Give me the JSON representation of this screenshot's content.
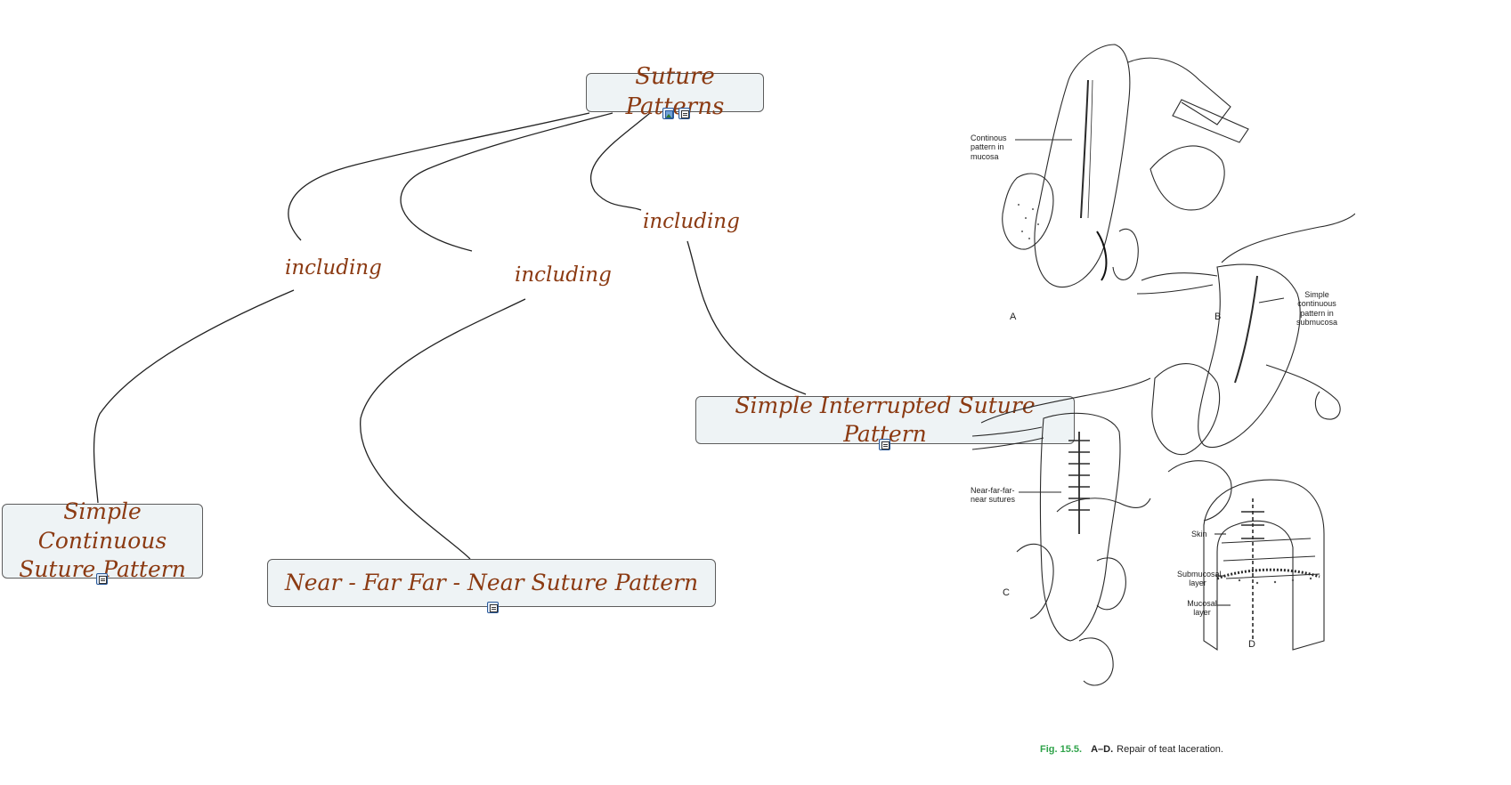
{
  "concept_map": {
    "root": {
      "label": "Suture Patterns"
    },
    "links": [
      {
        "label": "including"
      },
      {
        "label": "including"
      },
      {
        "label": "including"
      }
    ],
    "children": [
      {
        "label": "Simple Continuous Suture Pattern"
      },
      {
        "label": "Near - Far Far - Near Suture Pattern"
      },
      {
        "label": "Simple Interrupted Suture Pattern"
      }
    ],
    "resource_icons": [
      "image-icon",
      "document-icon"
    ]
  },
  "figure": {
    "panels": [
      "A",
      "B",
      "C",
      "D"
    ],
    "annotations": {
      "a": "Continous pattern in mucosa",
      "b": "Simple continuous pattern in submucosa",
      "c": "Near-far-far-near sutures",
      "d_skin": "Skin",
      "d_submucosal": "Submucosal layer",
      "d_mucosal": "Mucosal layer"
    },
    "caption": {
      "fig_number": "Fig. 15.5.",
      "bold_part": "A–D.",
      "text": "Repair of teat laceration."
    }
  },
  "colors": {
    "concept_fill": "#eef3f5",
    "concept_text": "#8b3a12",
    "concept_border": "#5c5c5c",
    "caption_fignum": "#2fa34a"
  }
}
